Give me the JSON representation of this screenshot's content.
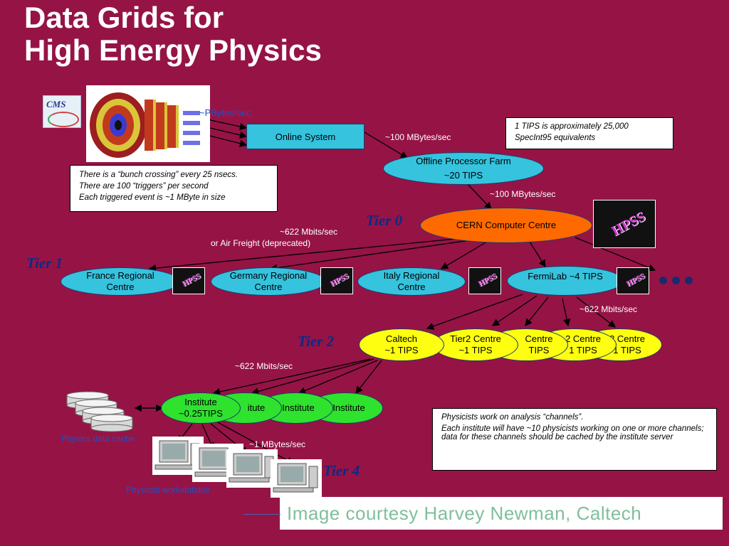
{
  "title": {
    "line1": "Data Grids for",
    "line2": "High Energy Physics"
  },
  "cms_logo": "CMS",
  "detector_icon": "cms-detector-image",
  "online_system": "Online System",
  "pbytes_label": "~PBytes/sec",
  "mbytes100_a": "~100 MBytes/sec",
  "offline_farm": {
    "line1": "Offline Processor Farm",
    "line2": "~20 TIPS"
  },
  "mbytes100_b": "~100 MBytes/sec",
  "tips_note": {
    "line1": "1 TIPS is approximately 25,000",
    "line2": "SpecInt95 equivalents"
  },
  "bunch_note": {
    "line1": "There is a “bunch crossing” every 25 nsecs.",
    "line2": "There are 100 “triggers” per second",
    "line3": "Each triggered event is ~1 MByte in size"
  },
  "tier0": "Tier 0",
  "cern": "CERN Computer Centre",
  "mbits622_a": {
    "line1": "~622 Mbits/sec",
    "line2": "or Air Freight (deprecated)"
  },
  "tier1": "Tier 1",
  "france": {
    "line1": "France Regional",
    "line2": "Centre"
  },
  "germany": {
    "line1": "Germany Regional",
    "line2": "Centre"
  },
  "italy": {
    "line1": "Italy Regional",
    "line2": "Centre"
  },
  "fermilab": "FermiLab ~4 TIPS",
  "mbits622_b": "~622 Mbits/sec",
  "hpss": "HPSS",
  "tier2": "Tier 2",
  "caltech": {
    "line1": "Caltech",
    "line2": "~1 TIPS"
  },
  "tier2_centre": {
    "line1": "Tier2 Centre",
    "line2": "~1 TIPS"
  },
  "centre_partial": {
    "line1": "Centre",
    "line2": "TIPS"
  },
  "centre_partial2": {
    "line1": "2 Centre",
    "line2": "1 TIPS"
  },
  "centre_partial3": {
    "line1": "2 Centre",
    "line2": "1 TIPS"
  },
  "mbits622_c": "~622 Mbits/sec",
  "institute_main": {
    "line1": "Institute",
    "line2": "~0.25TIPS"
  },
  "institute_partial1": "itute",
  "institute_2": "Institute",
  "institute_3": "Institute",
  "cache_label": "Physics data cache",
  "mbytes1": "~1 MBytes/sec",
  "tier4": "Tier 4",
  "workstations_label": "Physicist workstations",
  "physicists_note": {
    "line1": "Physicists work on analysis “channels”.",
    "line2": "Each institute will have ~10 physicists working on one or more channels; data for these channels should be cached by the institute server"
  },
  "credit": "Image courtesy Harvey Newman, Caltech",
  "colors": {
    "background": "#951445",
    "cyan": "#35c3de",
    "yellow": "#fefe10",
    "green": "#2ee22e",
    "orange": "#ff6a00"
  }
}
